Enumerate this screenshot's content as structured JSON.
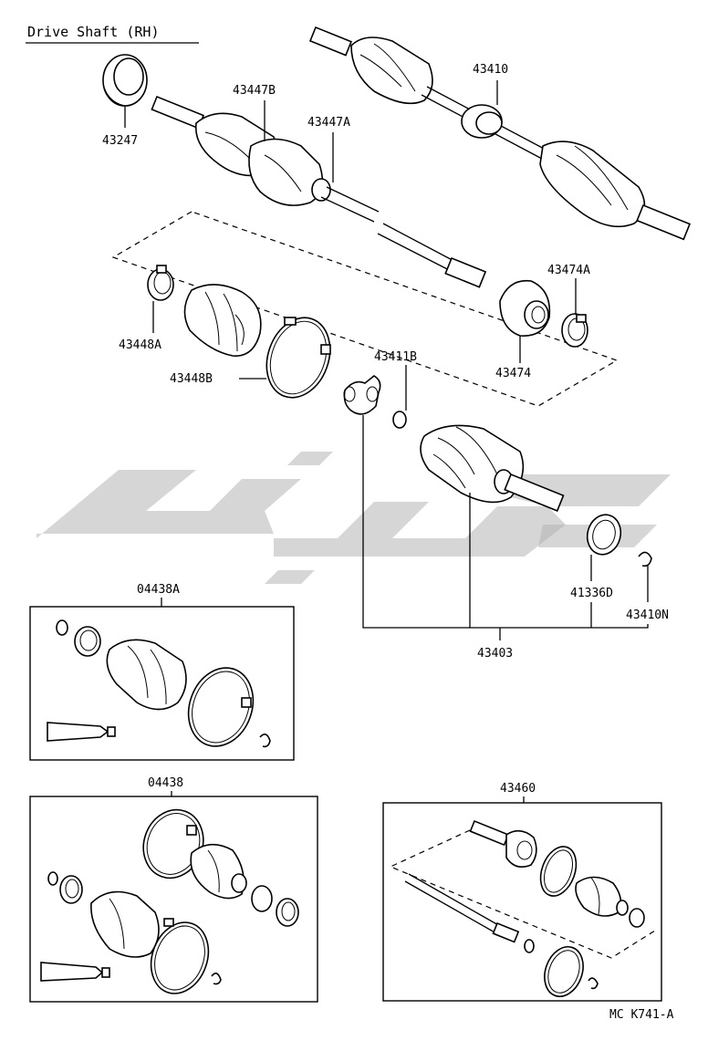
{
  "title": "Drive Shaft (RH)",
  "parts": {
    "p43247": "43247",
    "p43447B": "43447B",
    "p43447A": "43447A",
    "p43410": "43410",
    "p43448A": "43448A",
    "p43448B": "43448B",
    "p43474A": "43474A",
    "p43474": "43474",
    "p43411B": "43411B",
    "p41336D": "41336D",
    "p43410N": "43410N",
    "p43403": "43403",
    "p04438A": "04438A",
    "p04438": "04438",
    "p43460": "43460"
  },
  "catalog_ref": "MC K741-A",
  "watermark": "watermark-logo"
}
